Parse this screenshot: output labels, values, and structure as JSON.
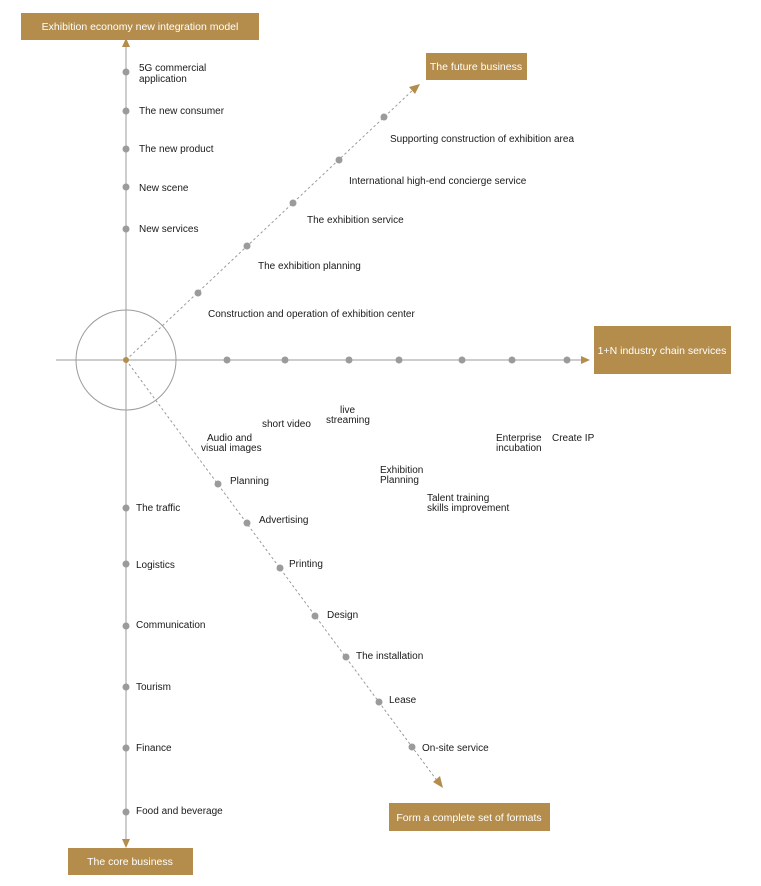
{
  "colors": {
    "accent": "#b48d4c",
    "line": "#9b9b9b",
    "dot": "#9b9b9b",
    "text": "#1a1a1a"
  },
  "boxes": {
    "top": "Exhibition economy new integration model",
    "future": "The future business",
    "right": "1+N industry chain services",
    "formats": "Form a complete set of formats",
    "core": "The core business"
  },
  "up_axis": [
    "5G commercial application",
    "The new consumer",
    "The new product",
    "New scene",
    "New services"
  ],
  "future_axis": [
    "Supporting construction of exhibition area",
    "International high-end concierge service",
    "The exhibition service",
    "The exhibition planning",
    "Construction and operation of exhibition center"
  ],
  "industry_chain": [
    "Audio and visual images",
    "short video",
    "live streaming",
    "Exhibition Planning",
    "Talent training skills improvement",
    "Enterprise incubation",
    "Create IP"
  ],
  "formats_axis": [
    "Planning",
    "Advertising",
    "Printing",
    "Design",
    "The installation",
    "Lease",
    "On-site service"
  ],
  "core_axis": [
    "The traffic",
    "Logistics",
    "Communication",
    "Tourism",
    "Finance",
    "Food and beverage"
  ]
}
